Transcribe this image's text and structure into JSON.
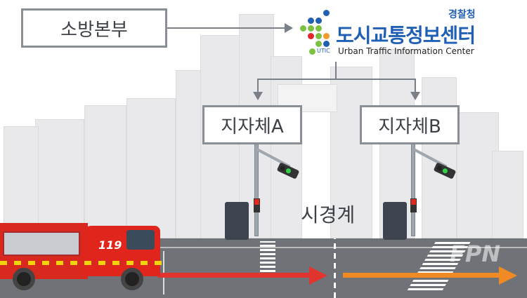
{
  "boxes": {
    "fire_hq": "소방본부",
    "local_a": "지자체A",
    "local_b": "지자체B"
  },
  "logo": {
    "agency": "경찰청",
    "name_ko": "도시교통정보센터",
    "name_en": "Urban Traffic Information Center",
    "badge": "UTIC"
  },
  "road_label": "시경계",
  "truck_number": "119",
  "watermark": "FPN",
  "colors": {
    "logo_blue": "#1f5fb4",
    "arrow_red": "#e2342f",
    "arrow_orange": "#f08a24"
  }
}
